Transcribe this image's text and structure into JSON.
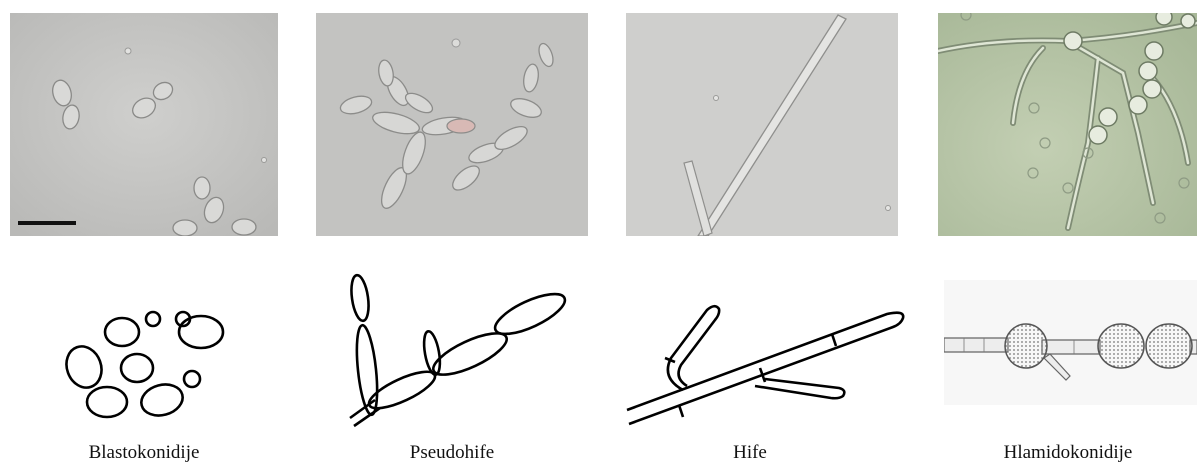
{
  "panels": [
    {
      "key": "blasto",
      "caption": "Blastokonidije"
    },
    {
      "key": "pseudo",
      "caption": "Pseudohife"
    },
    {
      "key": "hife",
      "caption": "Hife"
    },
    {
      "key": "hlamido",
      "caption": "Hlamidokonidije"
    }
  ],
  "colors": {
    "photo_gray": "#c4c4c2",
    "photo_green": "#b7c4a6",
    "line": "#000000"
  }
}
